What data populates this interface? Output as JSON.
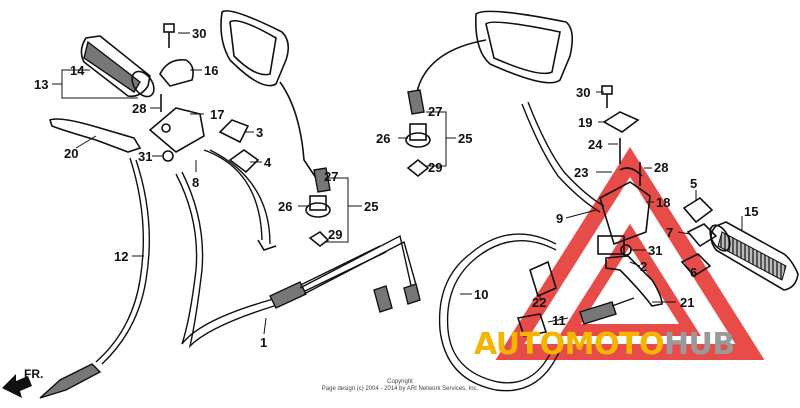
{
  "callouts": [
    {
      "id": "c13",
      "text": "13"
    },
    {
      "id": "c14",
      "text": "14"
    },
    {
      "id": "c28a",
      "text": "28"
    },
    {
      "id": "c30a",
      "text": "30"
    },
    {
      "id": "c16",
      "text": "16"
    },
    {
      "id": "c17",
      "text": "17"
    },
    {
      "id": "c3",
      "text": "3"
    },
    {
      "id": "c4",
      "text": "4"
    },
    {
      "id": "c31a",
      "text": "31"
    },
    {
      "id": "c8",
      "text": "8"
    },
    {
      "id": "c20",
      "text": "20"
    },
    {
      "id": "c12",
      "text": "12"
    },
    {
      "id": "c27a",
      "text": "27"
    },
    {
      "id": "c26a",
      "text": "26"
    },
    {
      "id": "c25a",
      "text": "25"
    },
    {
      "id": "c29a",
      "text": "29"
    },
    {
      "id": "c1",
      "text": "1"
    },
    {
      "id": "c27b",
      "text": "27"
    },
    {
      "id": "c26b",
      "text": "26"
    },
    {
      "id": "c25b",
      "text": "25"
    },
    {
      "id": "c29b",
      "text": "29"
    },
    {
      "id": "c30b",
      "text": "30"
    },
    {
      "id": "c19",
      "text": "19"
    },
    {
      "id": "c24",
      "text": "24"
    },
    {
      "id": "c23",
      "text": "23"
    },
    {
      "id": "c28b",
      "text": "28"
    },
    {
      "id": "c9",
      "text": "9"
    },
    {
      "id": "c18",
      "text": "18"
    },
    {
      "id": "c5",
      "text": "5"
    },
    {
      "id": "c15",
      "text": "15"
    },
    {
      "id": "c7",
      "text": "7"
    },
    {
      "id": "c6",
      "text": "6"
    },
    {
      "id": "c31b",
      "text": "31"
    },
    {
      "id": "c2",
      "text": "2"
    },
    {
      "id": "c10",
      "text": "10"
    },
    {
      "id": "c22",
      "text": "22"
    },
    {
      "id": "c21",
      "text": "21"
    },
    {
      "id": "c11",
      "text": "11"
    }
  ],
  "direction_label": "FR.",
  "copyright": {
    "line1": "Copyright",
    "line2": "Page design (c) 2004 - 2014 by ARI Network Services, Inc."
  },
  "watermark": {
    "part1": "AUTO",
    "part2": "MOTO",
    "part3": "HUB"
  },
  "colors": {
    "watermark_red": "#e53935",
    "watermark_yellow": "#f4b400",
    "watermark_grey": "#9a9a9a"
  }
}
